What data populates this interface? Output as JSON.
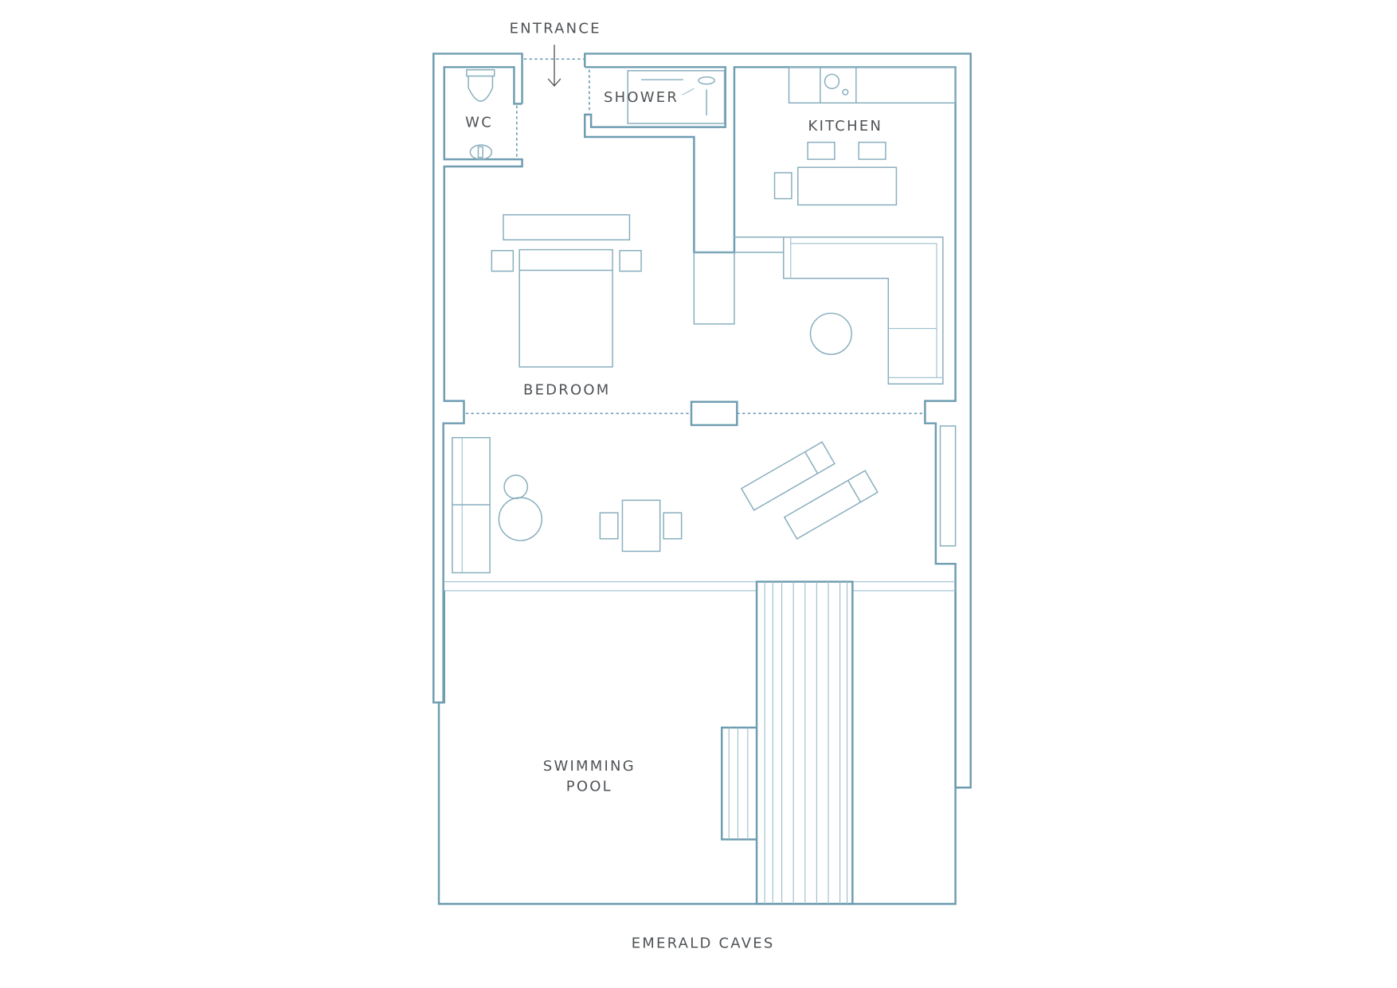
{
  "plan": {
    "title": "EMERALD CAVES",
    "colors": {
      "wall": "#6e9db0",
      "text": "#4f5356"
    },
    "labels": {
      "entrance": "ENTRANCE",
      "shower": "SHOWER",
      "wc": "WC",
      "kitchen": "KITCHEN",
      "bedroom": "BEDROOM",
      "pool_line1": "SWIMMING",
      "pool_line2": "POOL"
    }
  }
}
